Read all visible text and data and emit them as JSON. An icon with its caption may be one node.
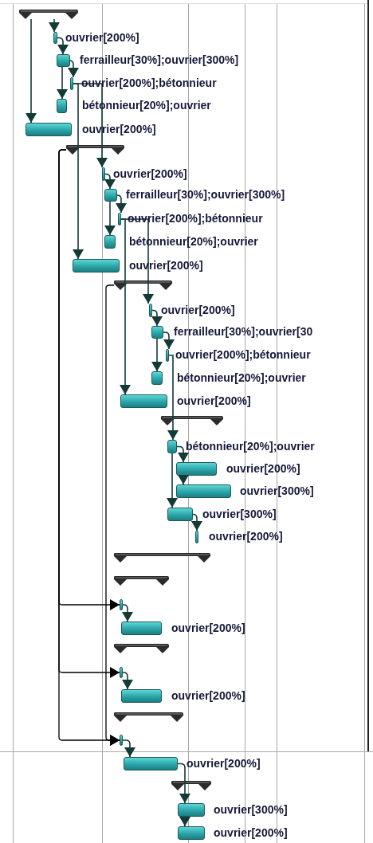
{
  "diagram": {
    "nodes": [
      {
        "text": [],
        "shape": "bar"
      },
      {
        "text": [],
        "shape": "bar",
        "beside": [
          "ouvrier[200%]"
        ]
      },
      {
        "text": [],
        "shape": "bar",
        "beside": [
          "ferrailleur[30%];ouvrier[300%]"
        ]
      },
      {
        "text": [],
        "shape": "bar",
        "beside": [
          "ouvrier[200%];bétonnieur"
        ]
      },
      {
        "text": [],
        "shape": "bar",
        "beside": [
          "bétonnieur[20%];ouvrier"
        ]
      },
      {
        "text": [],
        "shape": "bar",
        "beside": [
          "ouvrier[200%]"
        ]
      },
      {
        "text": [],
        "shape": "bar"
      },
      {
        "text": [],
        "shape": "bar",
        "beside": [
          "ouvrier[200%]"
        ]
      },
      {
        "text": [],
        "shape": "bar",
        "beside": [
          "ferrailleur[30%];ouvrier[300%]"
        ]
      },
      {
        "text": [],
        "shape": "bar",
        "beside": [
          "ouvrier[200%];bétonnieur"
        ]
      },
      {
        "text": [],
        "shape": "bar",
        "beside": [
          "bétonnieur[20%];ouvrier"
        ]
      },
      {
        "text": [],
        "shape": "bar",
        "beside": [
          "ouvrier[200%]"
        ]
      },
      {
        "text": [],
        "shape": "bar"
      },
      {
        "text": [],
        "shape": "bar",
        "beside": [
          "ouvrier[200%]"
        ]
      },
      {
        "text": [],
        "shape": "bar",
        "beside": [
          "ferrailleur[30%];ouvrier[30"
        ]
      },
      {
        "text": [],
        "shape": "bar",
        "beside": [
          "ouvrier[200%];bétonnieur"
        ]
      },
      {
        "text": [],
        "shape": "bar",
        "beside": [
          "bétonnieur[20%];ouvrier"
        ]
      },
      {
        "text": [],
        "shape": "bar",
        "beside": [
          "ouvrier[200%]"
        ]
      },
      {
        "text": [],
        "shape": "bar"
      },
      {
        "text": [],
        "shape": "bar",
        "beside": [
          "bétonnieur[20%];ouvrier"
        ]
      },
      {
        "text": [],
        "shape": "bar",
        "beside": [
          "ouvrier[200%]"
        ]
      },
      {
        "text": [],
        "shape": "bar",
        "beside": [
          "ouvrier[300%]"
        ]
      },
      {
        "text": [],
        "shape": "bar",
        "beside": [
          "ouvrier[300%]"
        ]
      },
      {
        "text": [],
        "shape": "bar",
        "beside": [
          "ouvrier[200%]"
        ]
      },
      {
        "text": [],
        "shape": "bar"
      },
      {
        "text": [],
        "shape": "bar"
      },
      {
        "text": [],
        "shape": "bar"
      },
      {
        "text": [],
        "shape": "bar",
        "beside": [
          "ouvrier[200%]"
        ]
      },
      {
        "text": [],
        "shape": "bar"
      },
      {
        "text": [],
        "shape": "bar"
      },
      {
        "text": [],
        "shape": "bar",
        "beside": [
          "ouvrier[200%]"
        ]
      },
      {
        "text": [],
        "shape": "bar"
      },
      {
        "text": [],
        "shape": "bar"
      },
      {
        "text": [],
        "shape": "bar",
        "beside": [
          "ouvrier[200%]"
        ]
      },
      {
        "text": [],
        "shape": "bar"
      },
      {
        "text": [],
        "shape": "bar",
        "beside": [
          "ouvrier[300%]"
        ]
      },
      {
        "text": [],
        "shape": "bar",
        "beside": [
          "ouvrier[200%]"
        ]
      }
    ],
    "edges": [
      {
        "from": 0,
        "to": 1,
        "arrow": "to"
      },
      {
        "from": 0,
        "to": 5,
        "arrow": "to"
      },
      {
        "from": 1,
        "to": 2,
        "arrow": "to"
      },
      {
        "from": 2,
        "to": 3,
        "arrow": "to"
      },
      {
        "from": 2,
        "to": 4,
        "arrow": "to"
      },
      {
        "from": 3,
        "to": 11,
        "arrow": "to"
      },
      {
        "from": 3,
        "to": 7,
        "arrow": "to"
      },
      {
        "from": 7,
        "to": 8,
        "arrow": "to"
      },
      {
        "from": 8,
        "to": 9,
        "arrow": "to"
      },
      {
        "from": 8,
        "to": 10,
        "arrow": "to"
      },
      {
        "from": 9,
        "to": 17,
        "arrow": "to"
      },
      {
        "from": 9,
        "to": 13,
        "arrow": "to"
      },
      {
        "from": 13,
        "to": 14,
        "arrow": "to"
      },
      {
        "from": 14,
        "to": 15,
        "arrow": "to"
      },
      {
        "from": 14,
        "to": 16,
        "arrow": "to"
      },
      {
        "from": 19,
        "to": 22,
        "arrow": "to"
      },
      {
        "from": 15,
        "to": 19,
        "arrow": "to"
      },
      {
        "from": 19,
        "to": 20,
        "arrow": "to"
      },
      {
        "from": 20,
        "to": 21,
        "arrow": "to"
      },
      {
        "from": 22,
        "to": 23,
        "arrow": "to"
      },
      {
        "from": 6,
        "to": 26,
        "arrow": "to",
        "color": "#000000"
      },
      {
        "from": 6,
        "to": 29,
        "arrow": "to",
        "color": "#000000"
      },
      {
        "from": 6,
        "to": 32,
        "arrow": "to",
        "color": "#000000"
      },
      {
        "from": 12,
        "to": 32,
        "arrow": "to",
        "color": "#000000"
      },
      {
        "from": 26,
        "to": 27,
        "arrow": "to"
      },
      {
        "from": 29,
        "to": 30,
        "arrow": "to"
      },
      {
        "from": 32,
        "to": 33,
        "arrow": "to"
      },
      {
        "from": 33,
        "to": 35,
        "arrow": "to"
      },
      {
        "from": 35,
        "to": 36,
        "arrow": "to"
      }
    ]
  }
}
